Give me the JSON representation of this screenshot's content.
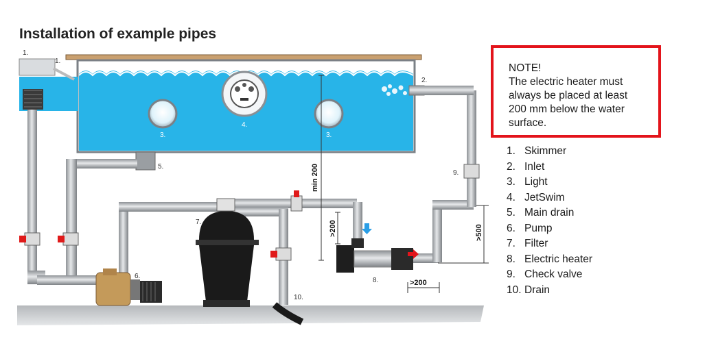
{
  "title": "Installation of example pipes",
  "note": {
    "heading": "NOTE!",
    "lines": [
      "The electric heater must",
      "always be placed at least",
      "200 mm below the water",
      "surface."
    ]
  },
  "legend": [
    {
      "num": "1.",
      "label": "Skimmer"
    },
    {
      "num": "2.",
      "label": "Inlet"
    },
    {
      "num": "3.",
      "label": "Light"
    },
    {
      "num": "4.",
      "label": "JetSwim"
    },
    {
      "num": "5.",
      "label": "Main drain"
    },
    {
      "num": "6.",
      "label": "Pump"
    },
    {
      "num": "7.",
      "label": "Filter"
    },
    {
      "num": "8.",
      "label": "Electric heater"
    },
    {
      "num": "9.",
      "label": "Check valve"
    },
    {
      "num": "10.",
      "label": "Drain"
    }
  ],
  "labels": {
    "skimmer_a": "1.",
    "skimmer_b": "1.",
    "inlet": "2.",
    "light_left": "3.",
    "light_right": "3.",
    "jetswim": "4.",
    "main_drain": "5.",
    "pump": "6.",
    "filter": "7.",
    "heater": "8.",
    "check_valve": "9.",
    "drain": "10."
  },
  "dimensions": {
    "min200": "min 200",
    "gt200_vertical": ">200",
    "gt500": ">500",
    "gt200_horizontal": ">200"
  },
  "colors": {
    "water": "#28b4e8",
    "pipe": "#b8bcc0",
    "valve": "#e01a1a",
    "note_border": "#e3141b",
    "arrow_red": "#e3141b",
    "arrow_blue": "#2a9ee6"
  }
}
